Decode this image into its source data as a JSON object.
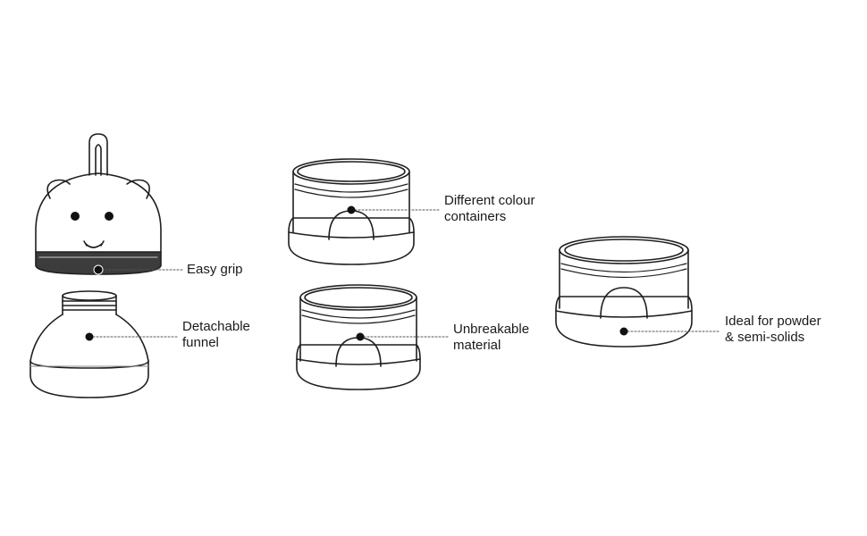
{
  "colors": {
    "background": "#ffffff",
    "line": "#1f1f1f",
    "dot": "#111111",
    "leader": "#555555"
  },
  "callouts": {
    "easy_grip": {
      "line1": "Easy grip"
    },
    "detachable_funnel": {
      "line1": "Detachable",
      "line2": "funnel"
    },
    "different_colour": {
      "line1": "Different colour",
      "line2": "containers"
    },
    "unbreakable": {
      "line1": "Unbreakable",
      "line2": "material"
    },
    "ideal_for": {
      "line1": "Ideal for powder",
      "line2": "& semi-solids"
    }
  }
}
